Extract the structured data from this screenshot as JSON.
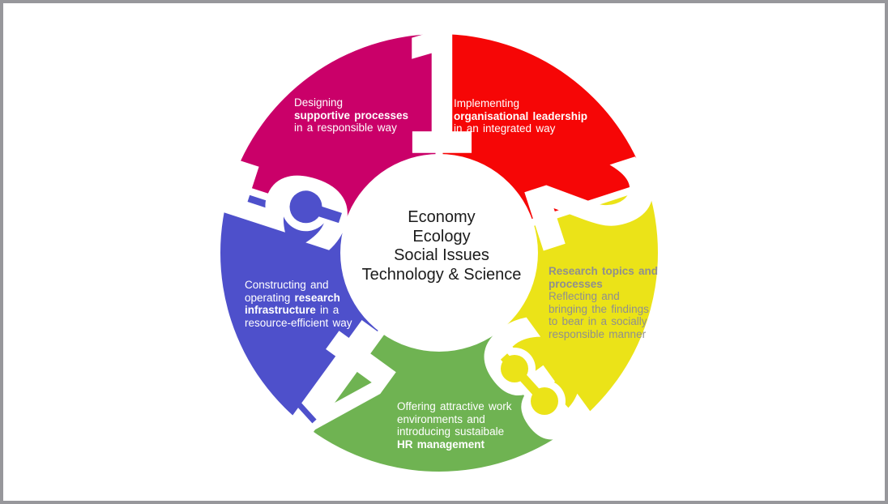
{
  "frame": {
    "border_color": "#97979B",
    "background": "#FFFFFF"
  },
  "diagram": {
    "separator_color": "#FFFFFF",
    "number_color": "#FFFFFF",
    "center": {
      "color": "#1B1B1B",
      "lines": [
        "Economy",
        "Ecology",
        "Social Issues",
        "Technology & Science"
      ]
    },
    "segments": [
      {
        "number": "1",
        "name": "organisational-leadership",
        "color": "#F60606",
        "label_color": "#FFFFFF",
        "lines": [
          [
            {
              "t": "Implementing",
              "b": false
            }
          ],
          [
            {
              "t": "organisational leadership",
              "b": true
            }
          ],
          [
            {
              "t": "in an integrated way",
              "b": false
            }
          ]
        ]
      },
      {
        "number": "2",
        "name": "research-topics-and-processes",
        "color": "#EBE318",
        "label_color": "#8F8F8F",
        "lines": [
          [
            {
              "t": "Research topics and",
              "b": true
            }
          ],
          [
            {
              "t": "processes",
              "b": true
            }
          ],
          [
            {
              "t": "Reflecting and",
              "b": false
            }
          ],
          [
            {
              "t": "bringing the findings",
              "b": false
            }
          ],
          [
            {
              "t": "to bear in a socially",
              "b": false
            }
          ],
          [
            {
              "t": "responsible manner",
              "b": false
            }
          ]
        ]
      },
      {
        "number": "3",
        "name": "sustainable-hr-management",
        "color": "#6FB352",
        "label_color": "#FFFFFF",
        "lines": [
          [
            {
              "t": "Offering attractive work",
              "b": false
            }
          ],
          [
            {
              "t": "environments and",
              "b": false
            }
          ],
          [
            {
              "t": "introducing sustaibale",
              "b": false
            }
          ],
          [
            {
              "t": "HR management",
              "b": true
            }
          ]
        ]
      },
      {
        "number": "4",
        "name": "research-infrastructure",
        "color": "#4E50CB",
        "label_color": "#FFFFFF",
        "lines": [
          [
            {
              "t": "Constructing and",
              "b": false
            }
          ],
          [
            {
              "t": "operating ",
              "b": false
            },
            {
              "t": "research",
              "b": true
            }
          ],
          [
            {
              "t": "infrastructure",
              "b": true
            },
            {
              "t": " in a",
              "b": false
            }
          ],
          [
            {
              "t": "resource-efficient way",
              "b": false
            }
          ]
        ]
      },
      {
        "number": "5",
        "name": "supportive-processes",
        "color": "#CA0069",
        "label_color": "#FFFFFF",
        "lines": [
          [
            {
              "t": "Designing",
              "b": false
            }
          ],
          [
            {
              "t": "supportive processes",
              "b": true
            }
          ],
          [
            {
              "t": "in a responsible way",
              "b": false
            }
          ]
        ]
      }
    ]
  }
}
